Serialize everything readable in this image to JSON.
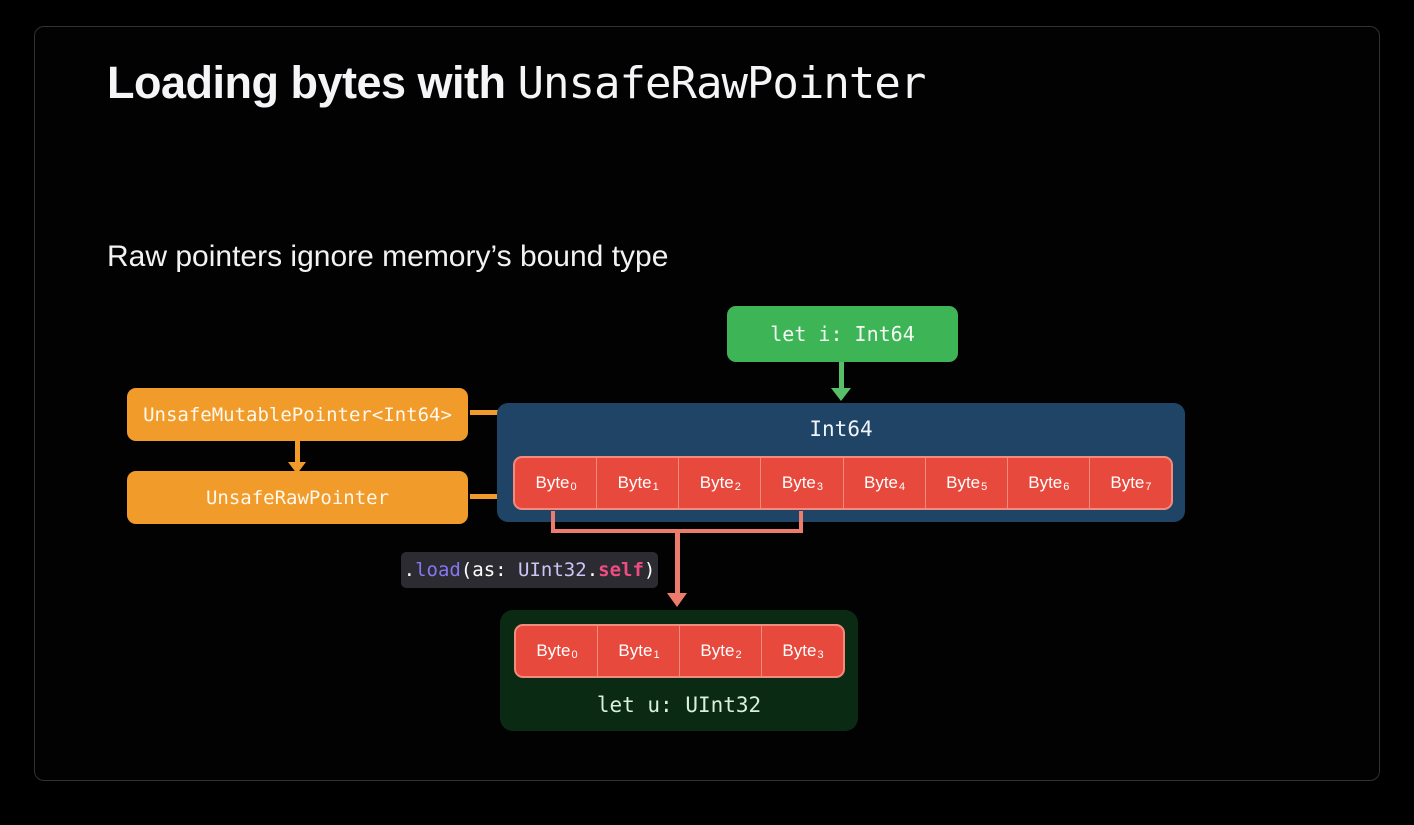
{
  "slide": {
    "title": {
      "regular": "Loading bytes with ",
      "mono": "UnsafeRawPointer"
    },
    "subtitle": "Raw pointers ignore memory’s bound type"
  },
  "colors": {
    "background": "#000000",
    "frame_border": "#313134",
    "green_box": "#3db456",
    "green_arrow": "#57bf68",
    "orange": "#f09b2a",
    "blue_container": "#1f4465",
    "byte_red": "#e8493d",
    "byte_divider": "#f08b7e",
    "salmon_arrow": "#ec7d6d",
    "snippet_bg": "#2c2b31",
    "code_keyword": "#8576f3",
    "code_type": "#cdc4f7",
    "code_self": "#ef4c82",
    "dark_green_box": "#0b2a14",
    "uint32_label_text": "#d9f0de"
  },
  "diagram": {
    "let_i_box": {
      "label": "let i: Int64"
    },
    "pointer_boxes": [
      {
        "label": "UnsafeMutablePointer<Int64>"
      },
      {
        "label": "UnsafeRawPointer"
      }
    ],
    "int64_container": {
      "title": "Int64",
      "bytes": [
        {
          "base": "Byte",
          "sub": "0"
        },
        {
          "base": "Byte",
          "sub": "1"
        },
        {
          "base": "Byte",
          "sub": "2"
        },
        {
          "base": "Byte",
          "sub": "3"
        },
        {
          "base": "Byte",
          "sub": "4"
        },
        {
          "base": "Byte",
          "sub": "5"
        },
        {
          "base": "Byte",
          "sub": "6"
        },
        {
          "base": "Byte",
          "sub": "7"
        }
      ]
    },
    "load_call": {
      "segments": [
        {
          "text": "."
        },
        {
          "text": "load"
        },
        {
          "text": "(as: "
        },
        {
          "text": "UInt32"
        },
        {
          "text": "."
        },
        {
          "text": "self"
        },
        {
          "text": ")"
        }
      ]
    },
    "uint32_container": {
      "label": "let u: UInt32",
      "bytes": [
        {
          "base": "Byte",
          "sub": "0"
        },
        {
          "base": "Byte",
          "sub": "1"
        },
        {
          "base": "Byte",
          "sub": "2"
        },
        {
          "base": "Byte",
          "sub": "3"
        }
      ]
    }
  }
}
